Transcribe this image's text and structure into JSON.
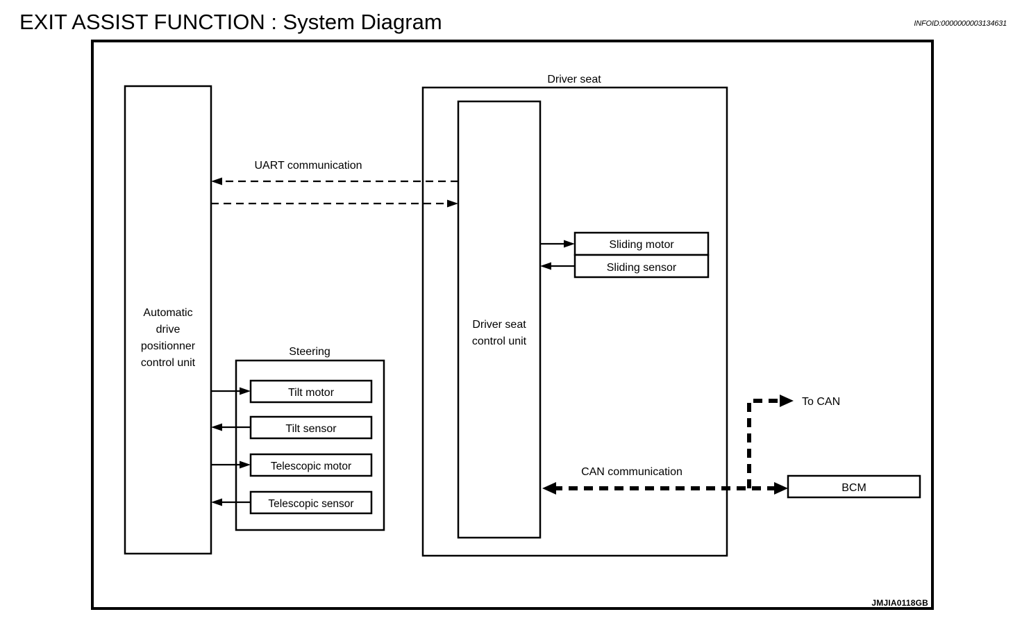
{
  "header": {
    "title": "EXIT ASSIST FUNCTION : System Diagram",
    "infoid": "INFOID:0000000003134631"
  },
  "footer": {
    "figure_code": "JMJIA0118GB"
  },
  "diagram": {
    "adp_control_unit": {
      "lines": [
        "Automatic",
        "drive",
        "positionner",
        "control unit"
      ]
    },
    "steering": {
      "group_label": "Steering",
      "components": [
        {
          "label": "Tilt motor",
          "direction": "out"
        },
        {
          "label": "Tilt sensor",
          "direction": "in"
        },
        {
          "label": "Telescopic motor",
          "direction": "out"
        },
        {
          "label": "Telescopic sensor",
          "direction": "in"
        }
      ]
    },
    "driver_seat": {
      "group_label": "Driver seat",
      "control_unit": {
        "lines": [
          "Driver seat",
          "control unit"
        ]
      },
      "components": [
        {
          "label": "Sliding motor",
          "direction": "out"
        },
        {
          "label": "Sliding sensor",
          "direction": "in"
        }
      ]
    },
    "bcm": {
      "label": "BCM"
    },
    "links": {
      "uart": "UART communication",
      "can": "CAN communication",
      "to_can": "To CAN"
    }
  }
}
